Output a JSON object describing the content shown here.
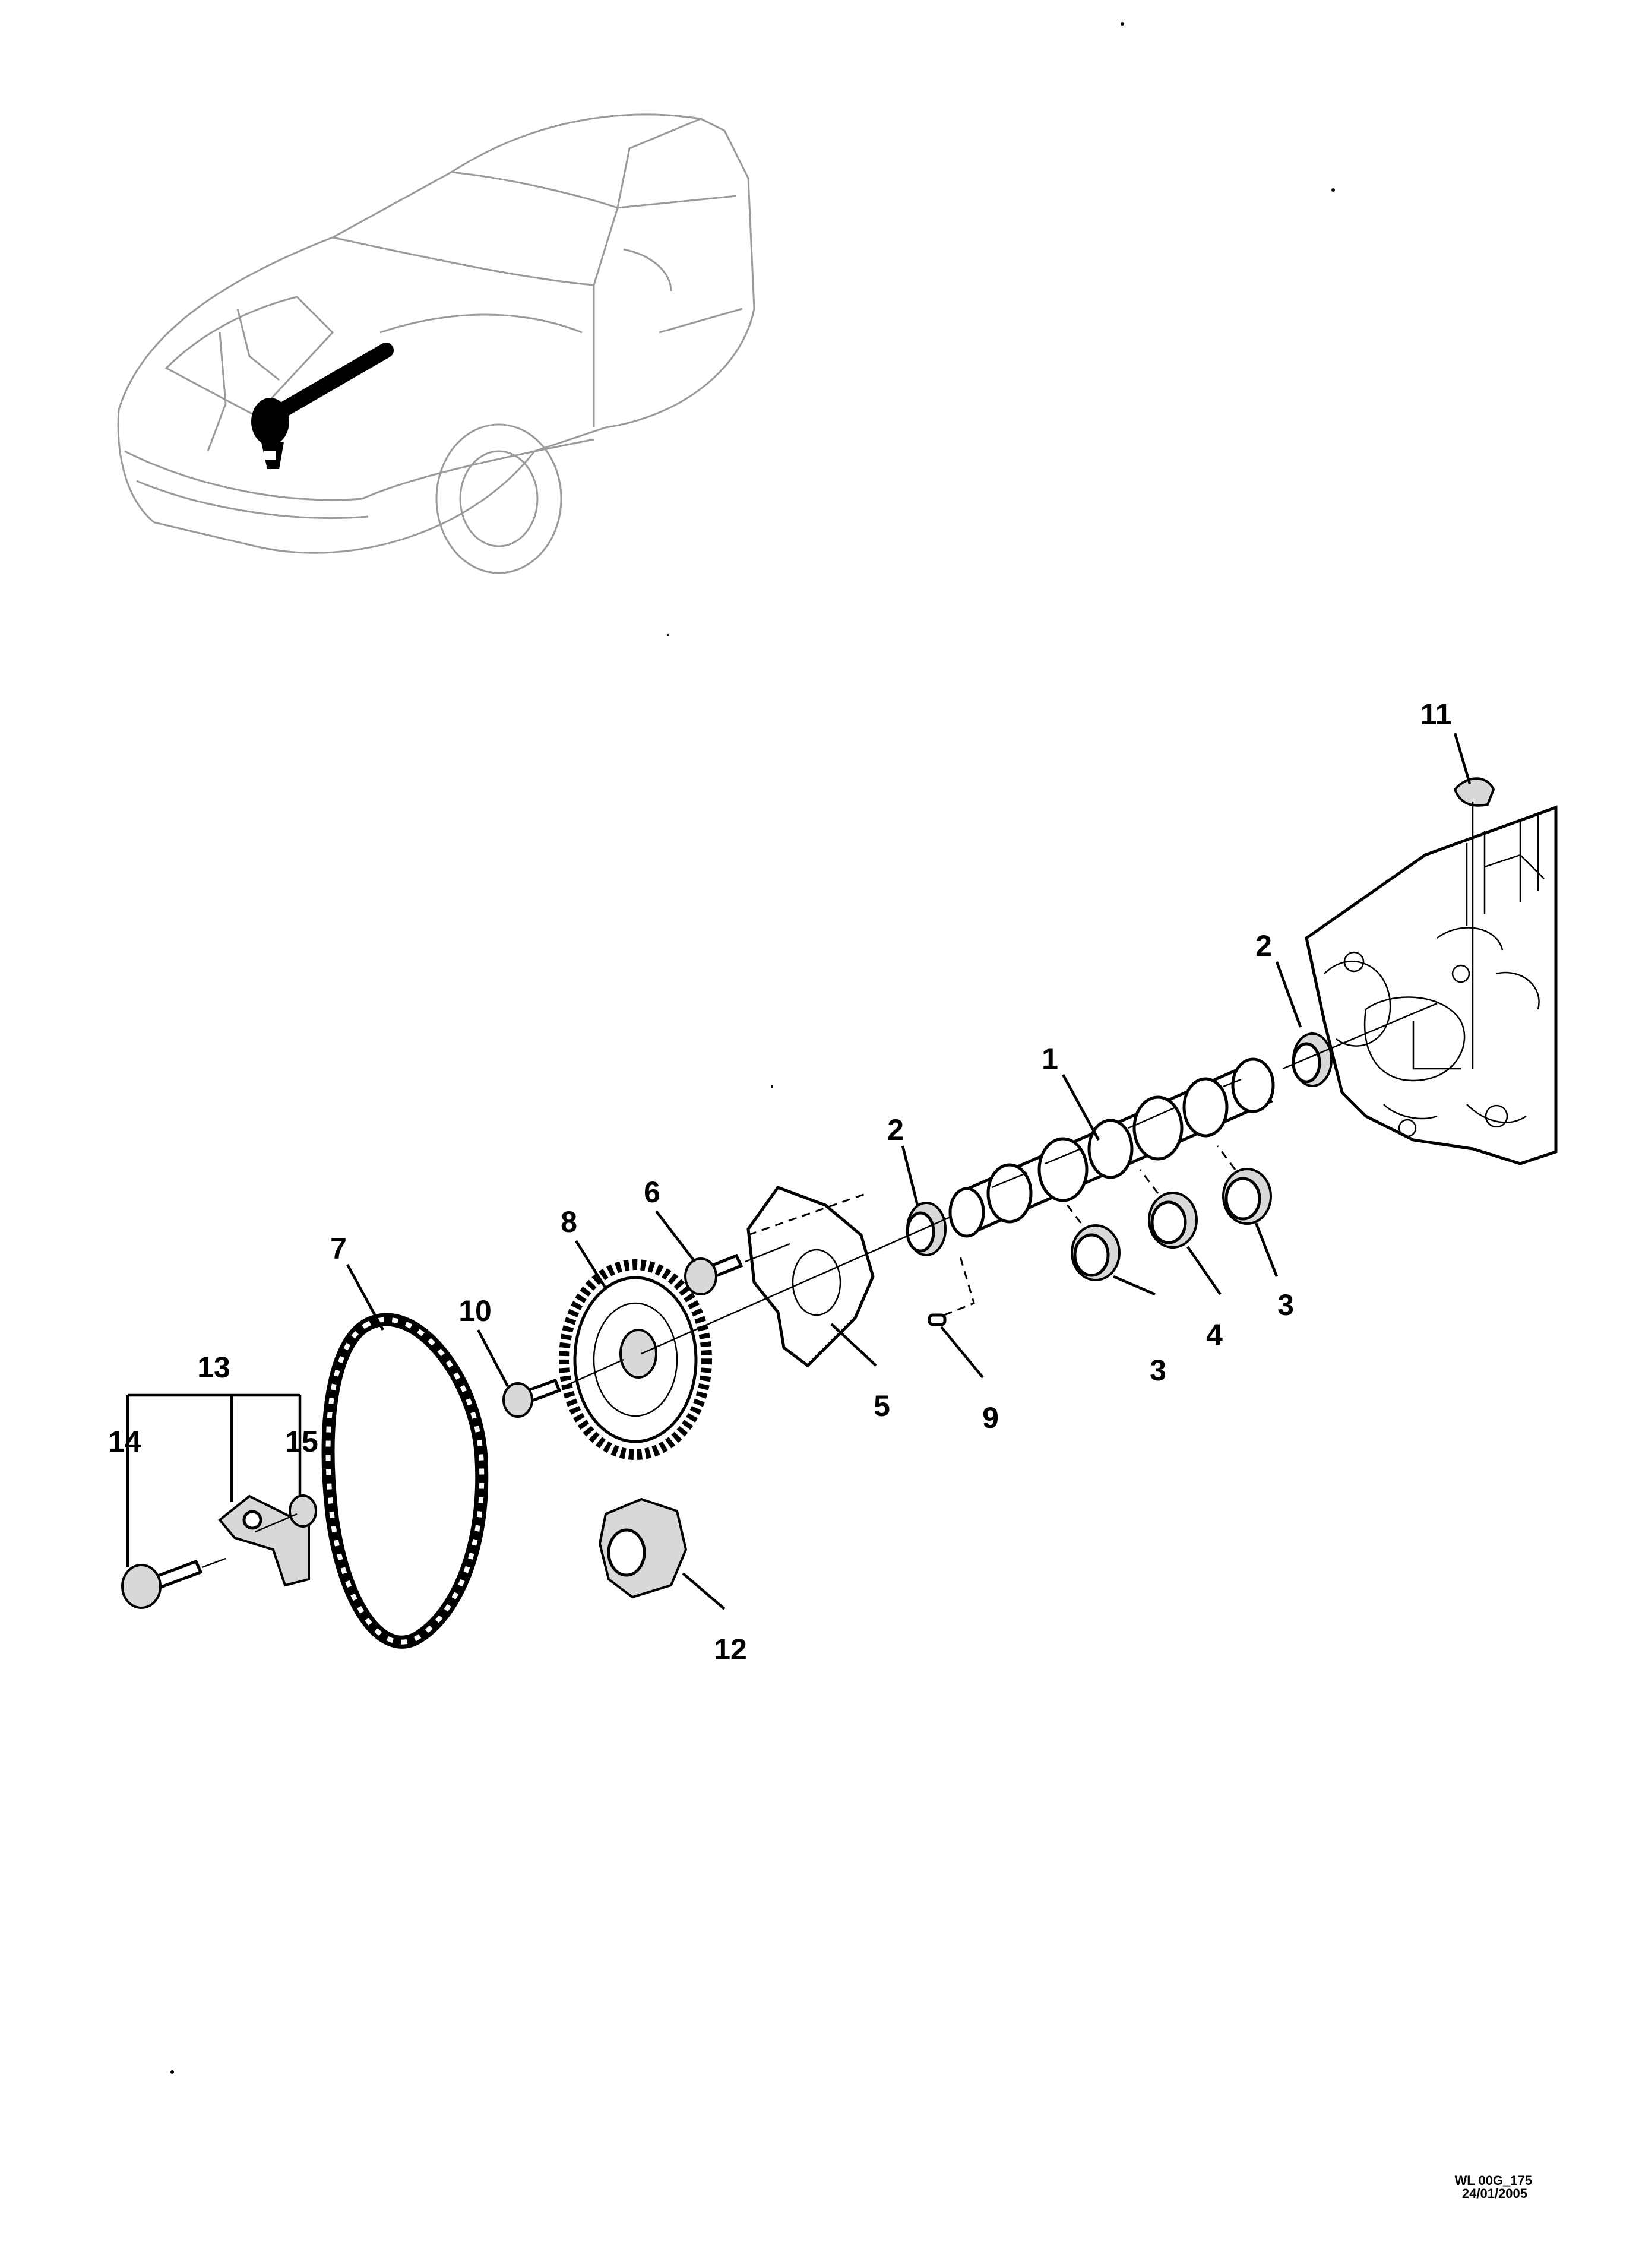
{
  "callouts": {
    "c1": "1",
    "c2a": "2",
    "c2b": "2",
    "c3a": "3",
    "c3b": "3",
    "c4": "4",
    "c5": "5",
    "c6": "6",
    "c7": "7",
    "c8": "8",
    "c9": "9",
    "c10": "10",
    "c11": "11",
    "c12": "12",
    "c13": "13",
    "c14": "14",
    "c15": "15"
  },
  "stamp": {
    "code": "WL 00G_175",
    "date": "24/01/2005"
  }
}
